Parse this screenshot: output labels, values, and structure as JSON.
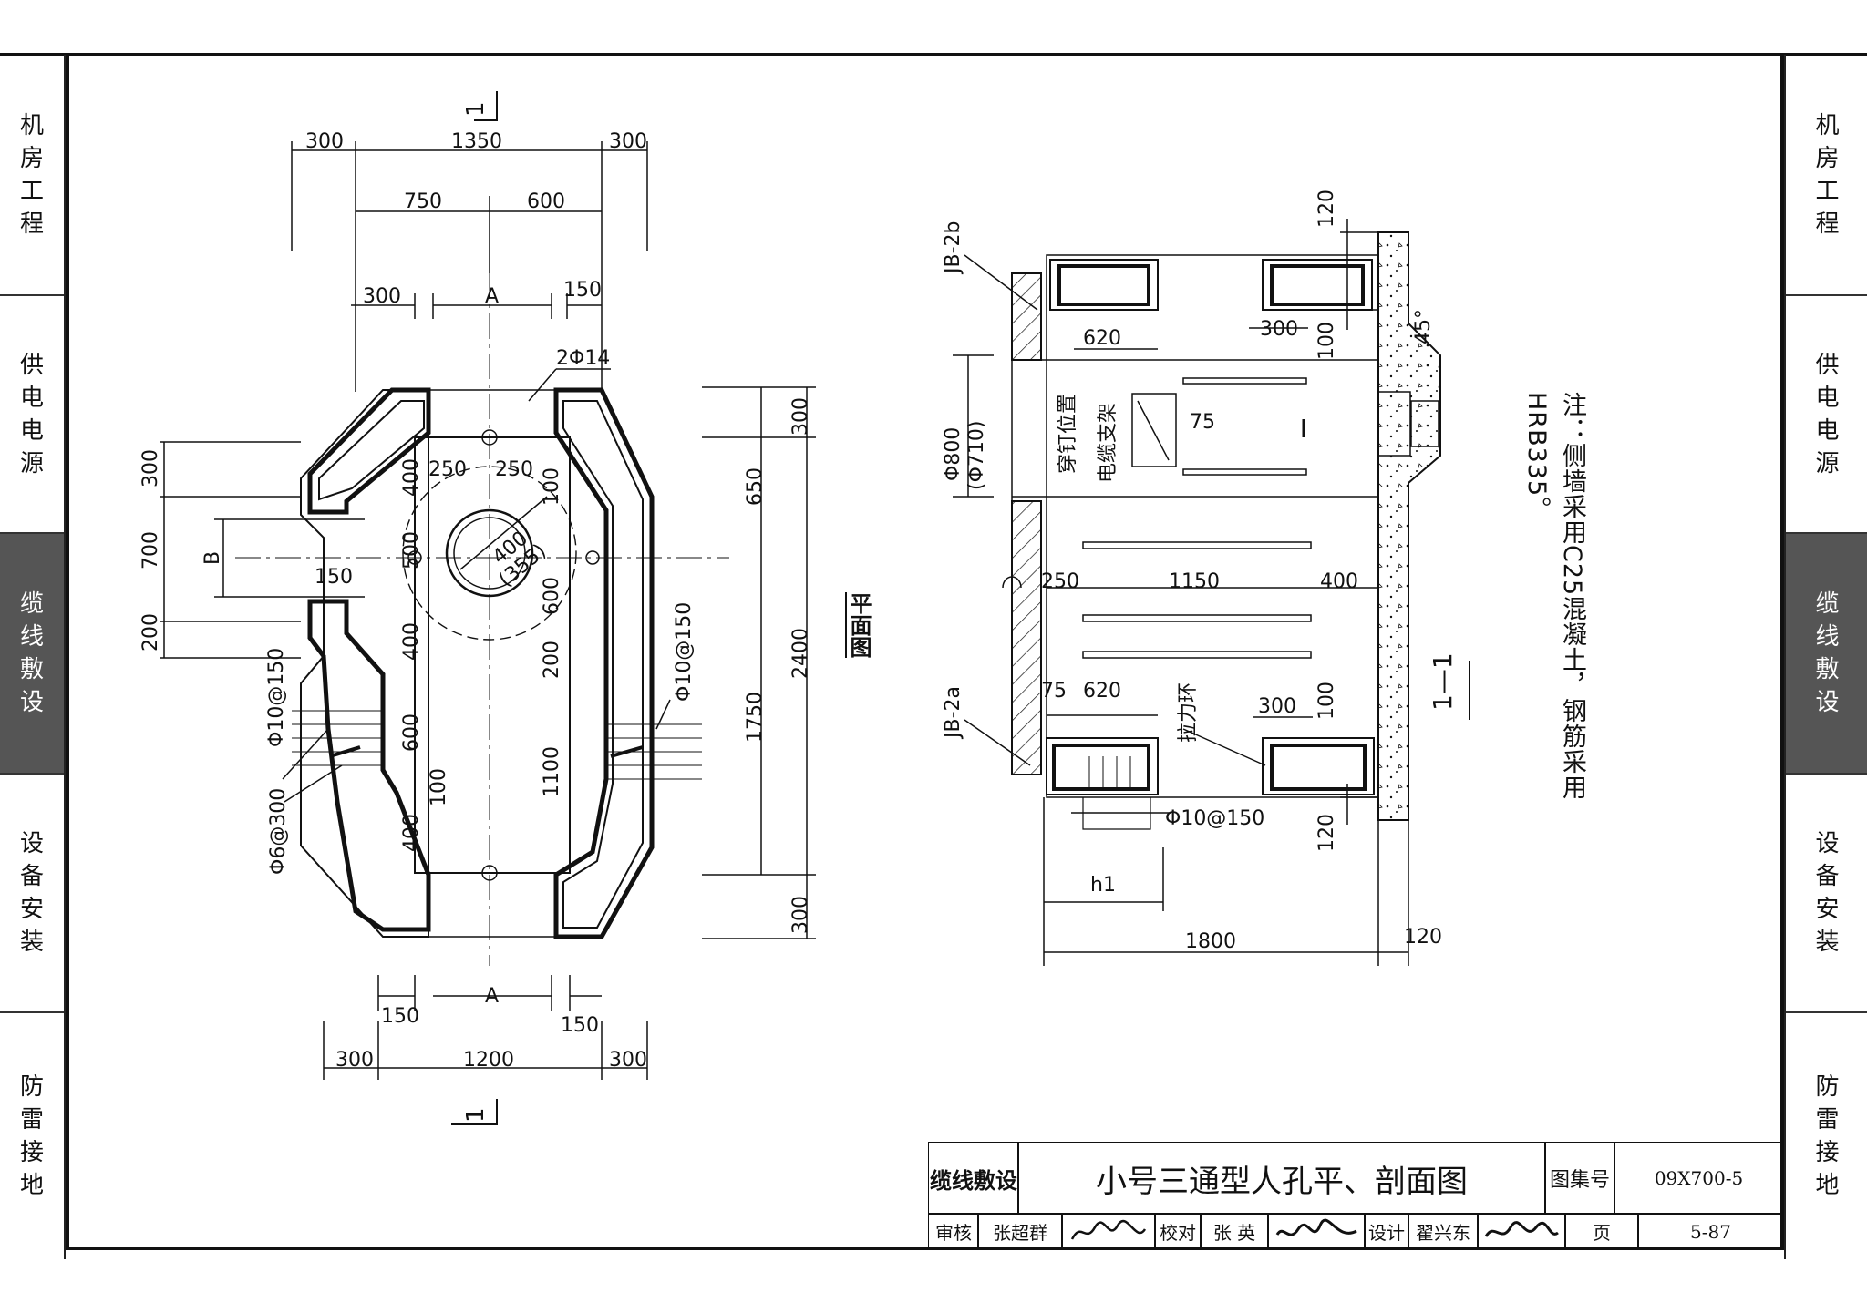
{
  "sidebar_left": [
    "机房工程",
    "供电电源",
    "缆线敷设",
    "设备安装",
    "防雷接地"
  ],
  "sidebar_right": [
    "机房工程",
    "供电电源",
    "缆线敷设",
    "设备安装",
    "防雷接地"
  ],
  "active_section": "缆线敷设",
  "note": "注：侧墙采用C25混凝土，钢筋采用HRB335。",
  "plan": {
    "label": "平面图",
    "section_mark": "1",
    "dims_top_1": [
      "300",
      "1350",
      "300"
    ],
    "dims_top_2": [
      "750",
      "600"
    ],
    "dims_top_3": [
      "300",
      "A",
      "150"
    ],
    "rebar_top": "2Φ14",
    "dims_bottom_1": [
      "150",
      "A",
      "150"
    ],
    "dims_bottom_2": [
      "300",
      "1200",
      "300"
    ],
    "dims_left": [
      "300",
      "700",
      "200"
    ],
    "dim_B": "B",
    "dim_150": "150",
    "left_rebar": [
      "Φ10@150",
      "Φ6@300"
    ],
    "right_rebar": "Φ10@150",
    "dims_right_1": [
      "300",
      "650",
      "1750",
      "300"
    ],
    "dim_total": "2400",
    "inner_top": [
      "250",
      "250"
    ],
    "inner_left": [
      "400",
      "500",
      "400",
      "600",
      "100",
      "400"
    ],
    "inner_right": [
      "100",
      "600",
      "200",
      "1100"
    ],
    "hole": [
      "400",
      "(355)"
    ]
  },
  "section": {
    "label": "1—1",
    "jb_top": "JB-2b",
    "jb_bottom": "JB-2a",
    "diameter": [
      "Φ800",
      "(Φ710)"
    ],
    "labels_vertical": [
      "穿钉位置",
      "电缆支架"
    ],
    "pull_ring": "拉力环",
    "dims_top": [
      "620",
      "300",
      "100",
      "120",
      "45°",
      "75"
    ],
    "dims_mid": [
      "250",
      "1150",
      "400"
    ],
    "dims_bottom": [
      "75",
      "620",
      "300",
      "100",
      "Φ10@150",
      "120",
      "h1",
      "1800",
      "120"
    ]
  },
  "title_block": {
    "category": "缆线敷设",
    "title": "小号三通型人孔平、剖面图",
    "atlas_label": "图集号",
    "atlas_no": "09X700-5",
    "review_label": "审核",
    "reviewer": "张超群",
    "check_label": "校对",
    "checker": "张 英",
    "design_label": "设计",
    "designer": "翟兴东",
    "page_label": "页",
    "page_no": "5-87"
  }
}
